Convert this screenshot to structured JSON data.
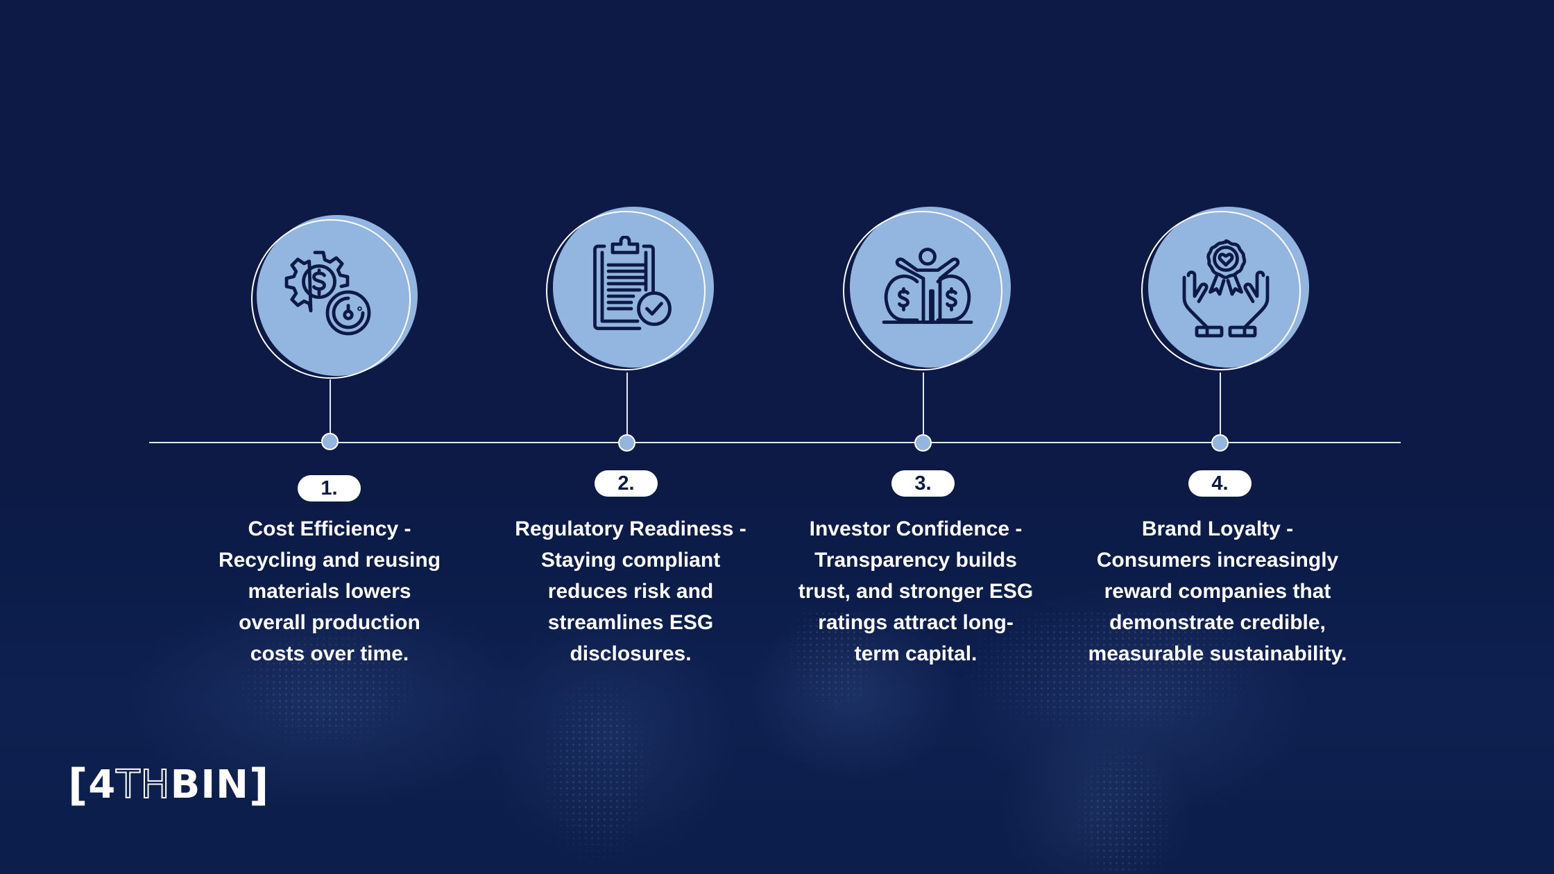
{
  "theme": {
    "background": "#0c1a45",
    "circle_fill": "#93b6e0",
    "icon_stroke": "#0c1a45",
    "line_color": "#e6e9f0",
    "text_color": "#ffffff"
  },
  "steps": [
    {
      "number": "1.",
      "icon": "gear-dollar-clock-icon",
      "title": "Cost Efficiency -",
      "lines": [
        "Cost Efficiency -",
        "Recycling and reusing",
        "materials lowers",
        "overall production",
        "costs over time."
      ]
    },
    {
      "number": "2.",
      "icon": "clipboard-check-icon",
      "title": "Regulatory Readiness -",
      "lines": [
        "Regulatory Readiness -",
        "Staying compliant",
        "reduces risk and",
        "streamlines ESG",
        "disclosures."
      ]
    },
    {
      "number": "3.",
      "icon": "person-money-bags-icon",
      "title": "Investor Confidence -",
      "lines": [
        "Investor Confidence -",
        "Transparency builds",
        "trust, and stronger ESG",
        "ratings attract long-",
        "term capital."
      ]
    },
    {
      "number": "4.",
      "icon": "hands-award-heart-icon",
      "title": "Brand Loyalty -",
      "lines": [
        "Brand Loyalty -",
        "Consumers increasingly",
        "reward companies that",
        "demonstrate credible,",
        "measurable sustainability."
      ]
    }
  ],
  "logo": {
    "open_bracket": "[",
    "solid_prefix": "4",
    "outline_part": "TH",
    "solid_suffix": "BIN",
    "close_bracket": "]"
  }
}
